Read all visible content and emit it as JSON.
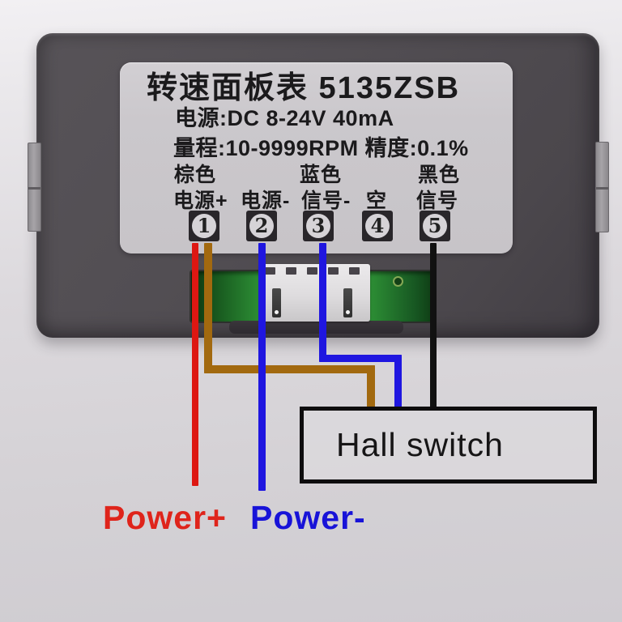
{
  "device": {
    "title": "转速面板表 5135ZSB",
    "power_spec": "电源:DC 8-24V 40mA",
    "range_spec": "量程:10-9999RPM 精度:0.1%",
    "terminals": [
      {
        "number": "1",
        "color_label": "棕色",
        "function_label": "电源+",
        "wire": "red and brown"
      },
      {
        "number": "2",
        "color_label": "",
        "function_label": "电源-",
        "wire": "blue"
      },
      {
        "number": "3",
        "color_label": "蓝色",
        "function_label": "信号-",
        "wire": "blue"
      },
      {
        "number": "4",
        "color_label": "",
        "function_label": "空",
        "wire": "none"
      },
      {
        "number": "5",
        "color_label": "黑色",
        "function_label": "信号",
        "wire": "black"
      }
    ]
  },
  "external": {
    "hall_switch_label": "Hall switch",
    "power_plus_label": "Power+",
    "power_minus_label": "Power-"
  },
  "colors": {
    "wire_red": "#dd1712",
    "wire_brown": "#a2690f",
    "wire_blue": "#1f16e0",
    "wire_black": "#111111",
    "power_plus_text": "#df241b",
    "power_minus_text": "#1813d8",
    "pcb_green": "#35a33b",
    "housing_gray": "#504c51",
    "sticker_gray": "#cbc8cc"
  }
}
